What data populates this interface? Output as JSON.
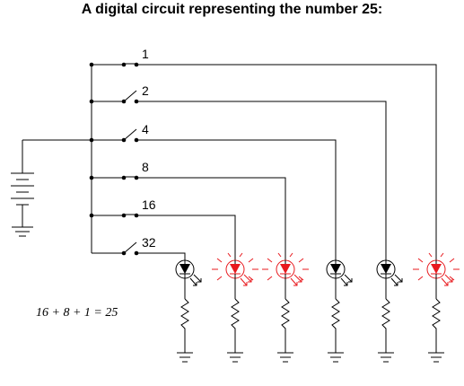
{
  "title": "A digital circuit representing the number 25:",
  "equation": "16 + 8 + 1 = 25",
  "colors": {
    "wire": "#000000",
    "lit": "#e8191e",
    "off": "#000000"
  },
  "switches": [
    {
      "label": "1",
      "state": "closed"
    },
    {
      "label": "2",
      "state": "open"
    },
    {
      "label": "4",
      "state": "open"
    },
    {
      "label": "8",
      "state": "closed"
    },
    {
      "label": "16",
      "state": "closed"
    },
    {
      "label": "32",
      "state": "open"
    }
  ],
  "leds": [
    {
      "bit": "32",
      "lit": false
    },
    {
      "bit": "16",
      "lit": true
    },
    {
      "bit": "8",
      "lit": true
    },
    {
      "bit": "4",
      "lit": false
    },
    {
      "bit": "2",
      "lit": false
    },
    {
      "bit": "1",
      "lit": true
    }
  ],
  "icons": [
    "battery-icon",
    "switch-icon",
    "led-icon",
    "resistor-icon",
    "ground-icon"
  ]
}
